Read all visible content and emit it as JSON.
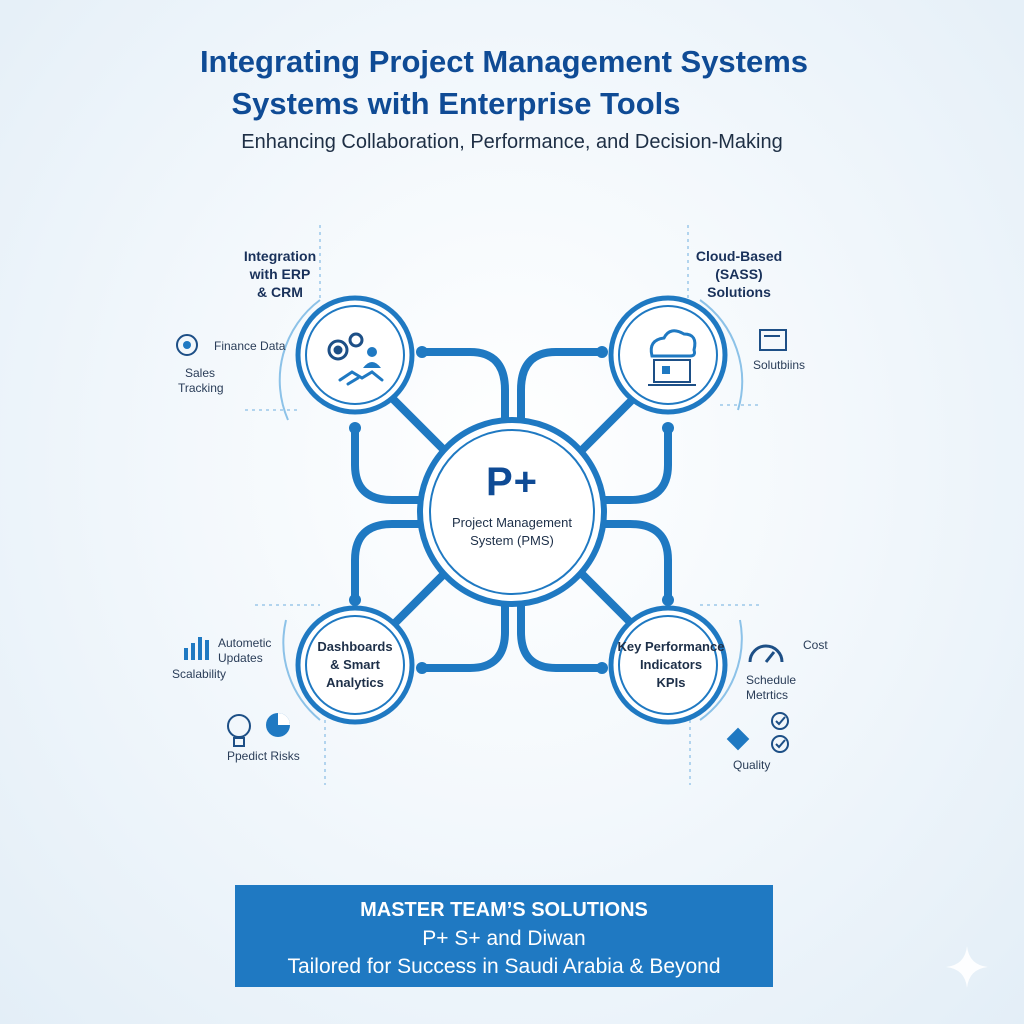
{
  "header": {
    "title_line1": "Integrating Project Management Systems",
    "title_line2": "Systems with Enterprise Tools",
    "subtitle": "Enhancing Collaboration, Performance, and Decision-Making"
  },
  "center": {
    "logo": "P+",
    "label_line1": "Project Management",
    "label_line2": "System (PMS)"
  },
  "nodes": {
    "erp": {
      "label_line1": "Integration",
      "label_line2": "with ERP",
      "label_line3": "& CRM",
      "side1": "Finance Data",
      "side2_line1": "Sales",
      "side2_line2": "Tracking",
      "icons": [
        "gears-icon",
        "handshake-icon",
        "user-icon",
        "finance-target-icon"
      ]
    },
    "cloud": {
      "label_line1": "Cloud-Based",
      "label_line2": "(SASS)",
      "label_line3": "Solutions",
      "side1": "Solutbiins",
      "icons": [
        "cloud-icon",
        "laptop-icon",
        "document-icon"
      ]
    },
    "dashboards": {
      "label_line1": "Dashboards",
      "label_line2": "& Smart",
      "label_line3": "Analytics",
      "side1_line1": "Autometic",
      "side1_line2": "Updates",
      "side2": "Scalability",
      "side3": "Ppedict Risks",
      "icons": [
        "bar-chart-icon",
        "brain-bulb-icon",
        "pie-chart-icon"
      ]
    },
    "kpi": {
      "label_line1": "Key Performance",
      "label_line2": "Indicators",
      "label_line3": "KPIs",
      "side1": "Cost",
      "side2_line1": "Schedule",
      "side2_line2": "Metrtics",
      "side3": "Quality",
      "icons": [
        "gauge-icon",
        "check-icon",
        "quality-diamond-icon"
      ]
    }
  },
  "banner": {
    "line1": "MASTER TEAM’S SOLUTIONS",
    "line2": "P+ S+ and Diwan",
    "line3": "Tailored for Success in Saudi Arabia & Beyond"
  },
  "colors": {
    "primary": "#1f79c2",
    "title": "#0f4b95",
    "light_line": "#7fb8e2"
  }
}
